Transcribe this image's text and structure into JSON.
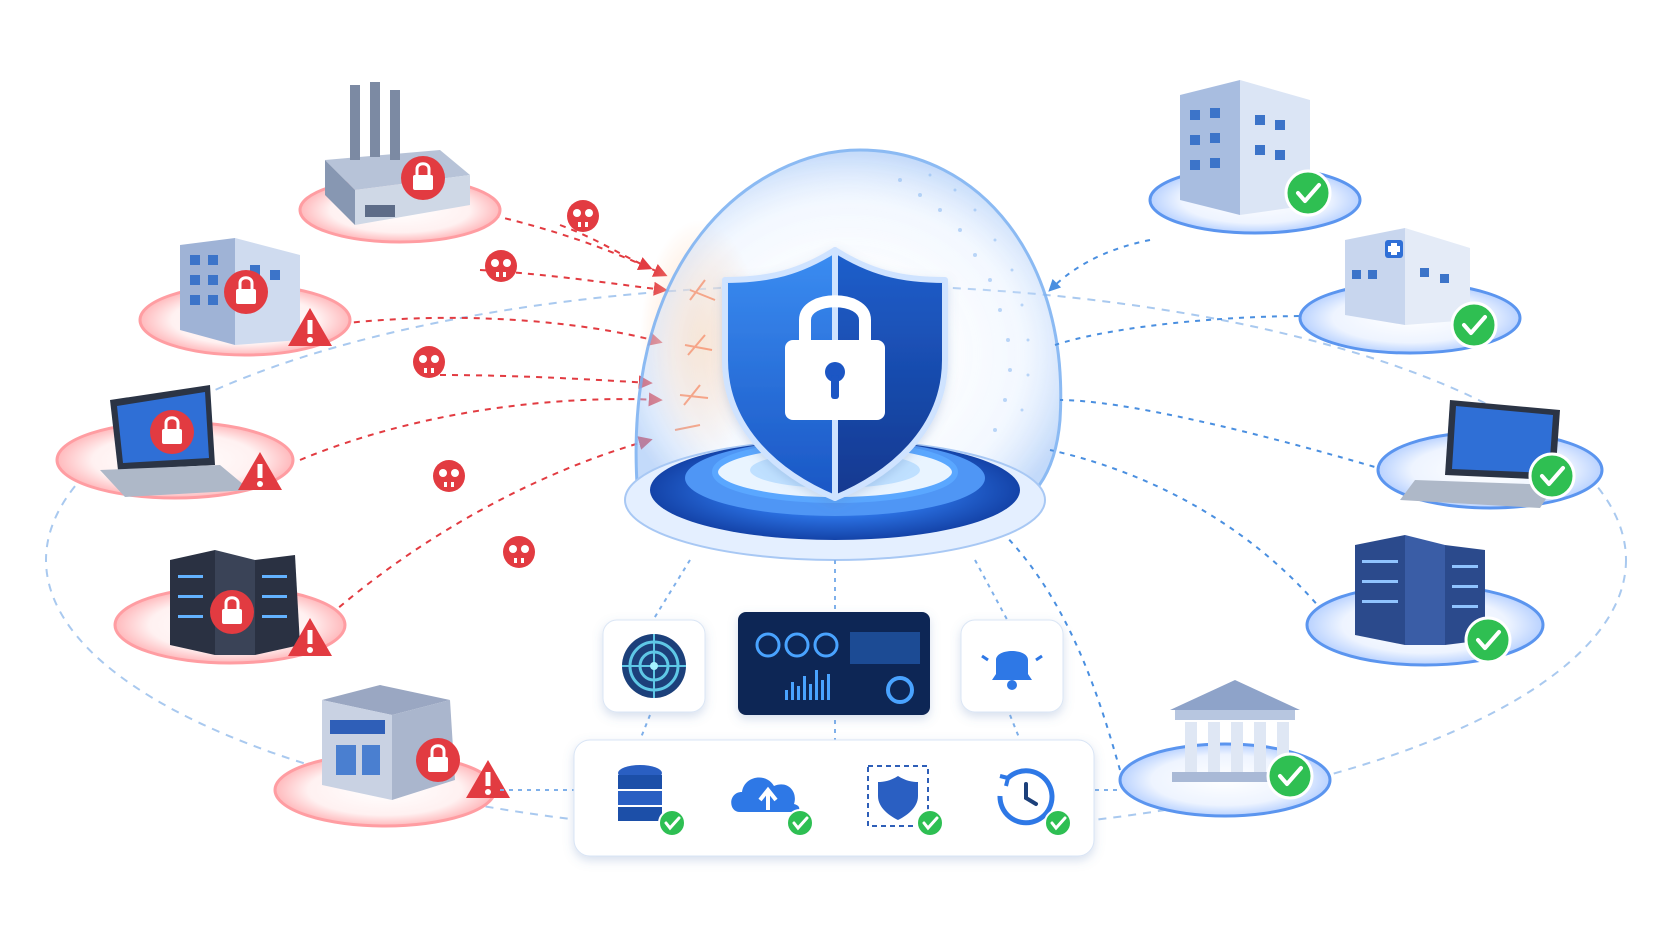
{
  "colors": {
    "threat": "#e8363c",
    "threat_glow": "#ffd6d8",
    "protected": "#1f63d6",
    "protected_glow": "#d7e6ff",
    "check": "#2fbf52",
    "shield_dark": "#1546a8",
    "shield_light": "#3a8cf0",
    "link_blue": "#4a8fe0",
    "link_red": "#e23b41"
  },
  "diagram": {
    "attacked_nodes": [
      {
        "kind": "factory",
        "icon": "factory-icon",
        "status_icon": "lock-icon",
        "warning": false
      },
      {
        "kind": "office",
        "icon": "office-building-icon",
        "status_icon": "lock-icon",
        "warning": true
      },
      {
        "kind": "laptop",
        "icon": "laptop-icon",
        "status_icon": "lock-icon",
        "warning": true
      },
      {
        "kind": "server",
        "icon": "server-rack-icon",
        "status_icon": "lock-icon",
        "warning": true
      },
      {
        "kind": "store",
        "icon": "storefront-icon",
        "status_icon": "lock-icon",
        "warning": true
      }
    ],
    "protected_nodes": [
      {
        "kind": "office",
        "icon": "office-building-icon",
        "status_icon": "check-icon"
      },
      {
        "kind": "hospital",
        "icon": "hospital-icon",
        "status_icon": "check-icon"
      },
      {
        "kind": "laptop",
        "icon": "laptop-icon",
        "status_icon": "check-icon"
      },
      {
        "kind": "server",
        "icon": "server-rack-icon",
        "status_icon": "check-icon"
      },
      {
        "kind": "bank",
        "icon": "bank-icon",
        "status_icon": "check-icon"
      }
    ],
    "threats": [
      "skull-icon",
      "skull-icon",
      "skull-icon",
      "skull-icon",
      "skull-icon"
    ],
    "center": {
      "icon": "shield-lock-icon"
    },
    "tools_top": [
      "radar-icon",
      "dashboard-monitor-icon",
      "bell-icon"
    ],
    "tools_bottom": [
      "database-icon",
      "cloud-upload-icon",
      "shield-scan-icon",
      "backup-restore-icon"
    ]
  }
}
